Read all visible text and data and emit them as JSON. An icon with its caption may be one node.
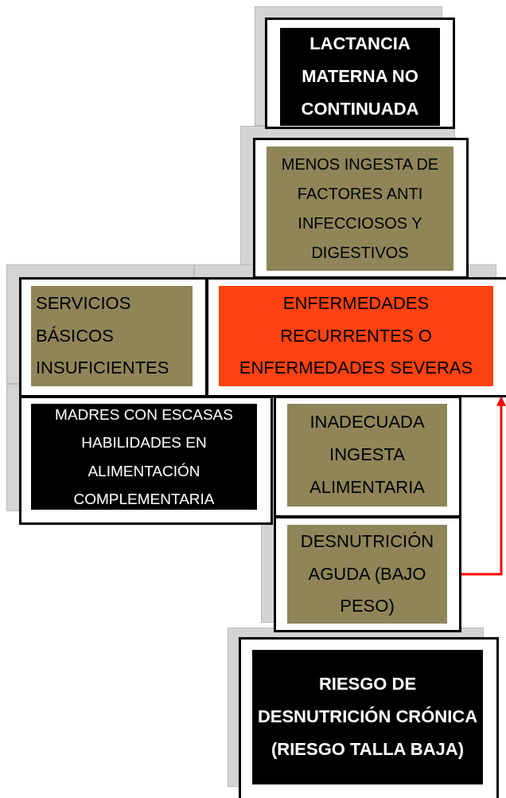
{
  "diagram": {
    "nodes": [
      {
        "text": [
          "LACTANCIA MATERNA NO CONTINUADA"
        ]
      },
      {
        "text": [
          "MENOS INGESTA DE FACTORES ANTI INFECCIOSOS Y DIGESTIVOS"
        ]
      },
      {
        "text": [
          "SERVICIOS BÁSICOS INSUFICIENTES"
        ]
      },
      {
        "text": [
          "ENFERMEDADES RECURRENTES O ENFERMEDADES SEVERAS"
        ]
      },
      {
        "text": [
          "MADRES CON ESCASAS HABILIDADES EN ALIMENTACIÓN COMPLEMENTARIA"
        ]
      },
      {
        "text": [
          "INADECUADA INGESTA ALIMENTARIA"
        ]
      },
      {
        "text": [
          "DESNUTRICIÓN AGUDA (BAJO PESO)"
        ]
      },
      {
        "text": [
          "RIESGO DE DESNUTRICIÓN CRÓNICA (RIESGO TALLA BAJA)"
        ]
      }
    ],
    "edges": [
      {
        "from": 6,
        "to": 3,
        "arrow": "to",
        "color": "#ff0000"
      }
    ]
  }
}
